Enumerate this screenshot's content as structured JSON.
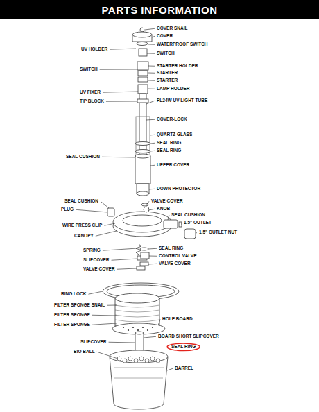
{
  "diagram": {
    "title": "PARTS INFORMATION",
    "nodes": [
      {
        "text": [
          "SEAL RING"
        ]
      }
    ],
    "labels": [
      "COVER SNAIL",
      "COVER",
      "UV HOLDER",
      "WATERPROOF SWITCH",
      "SWITCH",
      "STARTER HOLDER",
      "SWITCH",
      "STARTER",
      "STARTER",
      "LAMP HOLDER",
      "UV FIXER",
      "PL24W UV LIGHT TUBE",
      "TIP BLOCK",
      "COVER-LOCK",
      "QUARTZ GLASS",
      "SEAL RING",
      "SEAL RING",
      "SEAL CUSHION",
      "UPPER COVER",
      "DOWN PROTECTOR",
      "SEAL CUSHION",
      "VALVE COVER",
      "PLUG",
      "KNOB",
      "SEAL CUSHION",
      "1.5\" OUTLET",
      "WIRE PRESS CLIP",
      "1.5\" OUTLET NUT",
      "CANOPY",
      "SPRING",
      "SEAL RING",
      "CONTROL VALVE",
      "SLIPCOVER",
      "VALVE COVER",
      "VALVE COVER",
      "RING LOCK",
      "FILTER SPONGE SNAIL",
      "HOLE BOARD",
      "FILTER SPONGE",
      "FILTER SPONGE",
      "BOARD SHORT SLIPCOVER",
      "SLIPCOVER",
      "BIO BALL",
      "BARREL"
    ]
  }
}
